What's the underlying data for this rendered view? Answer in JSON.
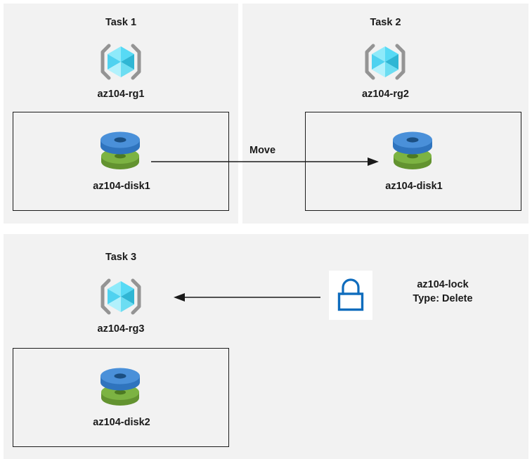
{
  "diagram": {
    "title": "Azure resource group tasks diagram",
    "background": "#ffffff",
    "panel_bg": "#f2f2f2",
    "box_border_color": "#1c1c1c",
    "arrow_color": "#1a1a1a",
    "label_color": "#1a1a1a"
  },
  "panels": [
    {
      "id": "task1",
      "title": "Task 1",
      "resource_group": {
        "label": "az104-rg1",
        "icon": "resource-group-cube-icon"
      },
      "box": {
        "resource": {
          "label": "az104-disk1",
          "icon": "managed-disk-icon"
        }
      }
    },
    {
      "id": "task2",
      "title": "Task 2",
      "resource_group": {
        "label": "az104-rg2",
        "icon": "resource-group-cube-icon"
      },
      "box": {
        "resource": {
          "label": "az104-disk1",
          "icon": "managed-disk-icon"
        }
      }
    },
    {
      "id": "task3",
      "title": "Task 3",
      "resource_group": {
        "label": "az104-rg3",
        "icon": "resource-group-cube-icon"
      },
      "box": {
        "resource": {
          "label": "az104-disk2",
          "icon": "managed-disk-icon"
        }
      },
      "lock": {
        "icon": "padlock-icon",
        "name": "az104-lock",
        "type_line": "Type: Delete"
      }
    }
  ],
  "connectors": [
    {
      "id": "move-arrow",
      "label": "Move",
      "direction": "right",
      "from": "az104-disk1 in az104-rg1",
      "to": "az104-disk1 in az104-rg2"
    },
    {
      "id": "lock-arrow",
      "label": "",
      "direction": "left",
      "from": "az104-lock",
      "to": "az104-rg3"
    }
  ],
  "icon_colors": {
    "cube_bracket": "#949494",
    "cube_top_left": "#6FE0F7",
    "cube_top_right": "#9CEEFB",
    "cube_bottom_left": "#B8F2FC",
    "cube_bottom_right": "#3EC6E0",
    "cube_mid_left": "#4FD2F0",
    "cube_mid_right": "#2FB6D4",
    "disk_blue_top": "#4A90D9",
    "disk_blue_side": "#2F74BE",
    "disk_blue_hole": "#1B4F82",
    "disk_green_top": "#7CB342",
    "disk_green_side": "#639330",
    "disk_green_hole": "#4C7A22",
    "lock_stroke": "#0F6CBD",
    "lock_tile_bg": "#ffffff"
  }
}
